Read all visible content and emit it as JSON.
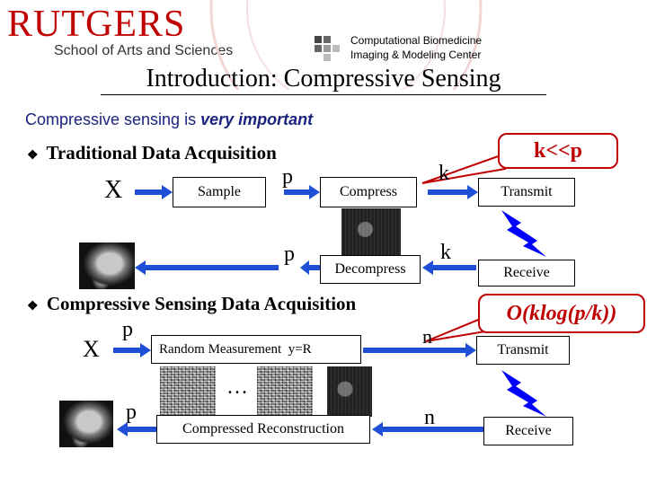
{
  "header": {
    "logo_text": "RUTGERS",
    "school_text": "School of Arts and Sciences",
    "center_line1": "Computational Biomedicine",
    "center_line2": "Imaging & Modeling Center"
  },
  "slide": {
    "title": "Introduction: Compressive Sensing",
    "intro": "Compressive sensing is",
    "intro_emph": "very important",
    "bullet1": "Traditional Data Acquisition",
    "bullet2": "Compressive Sensing Data Acquisition",
    "bullet_glyph": ""
  },
  "traditional": {
    "x_label": "X",
    "sample_label": "Sample",
    "p_top": "p",
    "compress_label": "Compress",
    "k_top": "k",
    "transmit_label": "Transmit",
    "callout": "k<<p",
    "p_bottom": "p",
    "decompress_label": "Decompress",
    "k_bottom": "k",
    "receive_label": "Receive"
  },
  "compressive": {
    "x_label": "X",
    "p_top": "p",
    "random_label": "Random Measurement  y=R",
    "n_top": "n",
    "transmit_label": "Transmit",
    "callout_text": "O(klog(p/k))",
    "ellipsis": "…",
    "p_bottom": "p",
    "reconstruct_label": "Compressed Reconstruction",
    "n_bottom": "n",
    "receive_label": "Receive"
  },
  "colors": {
    "rutgers_red": "#c00000",
    "callout_red": "#c00000",
    "lightning_blue": "#0000ff",
    "arrow_blue": "#1f4fd6"
  },
  "icons": [
    "arrow-right-icon",
    "arrow-left-icon",
    "lightning-icon",
    "bullet-icon"
  ]
}
